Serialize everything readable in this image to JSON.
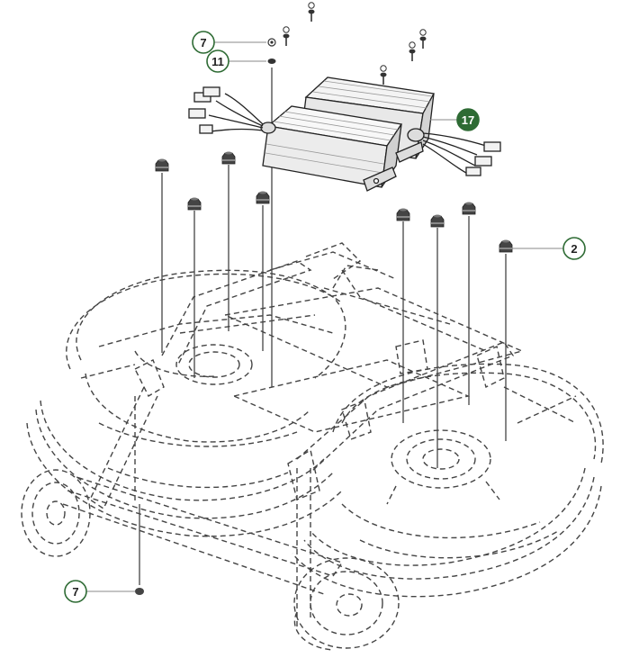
{
  "callouts": {
    "c7_top": "7",
    "c11": "11",
    "c17": "17",
    "c2": "2",
    "c7_bottom": "7"
  },
  "colors": {
    "callout_green": "#2e6b34",
    "line": "#333333",
    "fill_light": "#f4f4f4"
  }
}
